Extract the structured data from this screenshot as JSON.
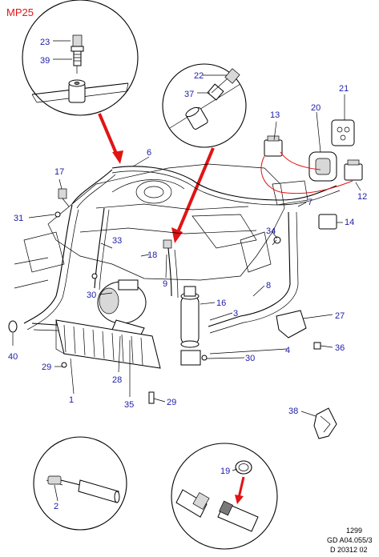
{
  "diagram": {
    "title": "MP25",
    "callouts": [
      "23",
      "39",
      "22",
      "37",
      "21",
      "13",
      "20",
      "6",
      "17",
      "31",
      "12",
      "7",
      "14",
      "34",
      "33",
      "18",
      "30",
      "9",
      "8",
      "16",
      "3",
      "27",
      "40",
      "4",
      "30",
      "36",
      "29",
      "28",
      "1",
      "35",
      "29",
      "38",
      "19",
      "2"
    ],
    "footer": {
      "line1": "1299",
      "line2": "GD A04.055/3",
      "line3": "D 20312 02"
    }
  }
}
